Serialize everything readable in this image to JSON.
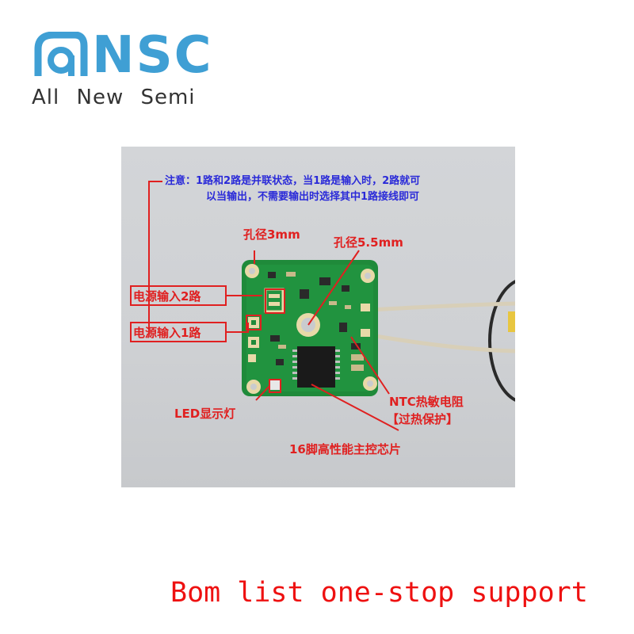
{
  "brand": {
    "logo_text": "NSC",
    "tagline": "All New Semi",
    "color": "#3f9fd4"
  },
  "photo": {
    "note_line1": "注意：1路和2路是并联状态，当1路是输入时，2路就可",
    "note_line2": "以当输出，不需要输出时选择其中1路接线即可",
    "note_color": "#2a2ad8",
    "label_color": "#e02020",
    "labels": {
      "hole_3mm": "孔径3mm",
      "hole_5_5mm": "孔径5.5mm",
      "power_in_2": "电源输入2路",
      "power_in_1": "电源输入1路",
      "ntc_line1": "NTC热敏电阻",
      "ntc_line2": "【过热保护】",
      "led": "LED显示灯",
      "chip": "16脚高性能主控芯片"
    }
  },
  "footer": {
    "slogan": "Bom list one-stop support",
    "color": "#ee1111"
  }
}
